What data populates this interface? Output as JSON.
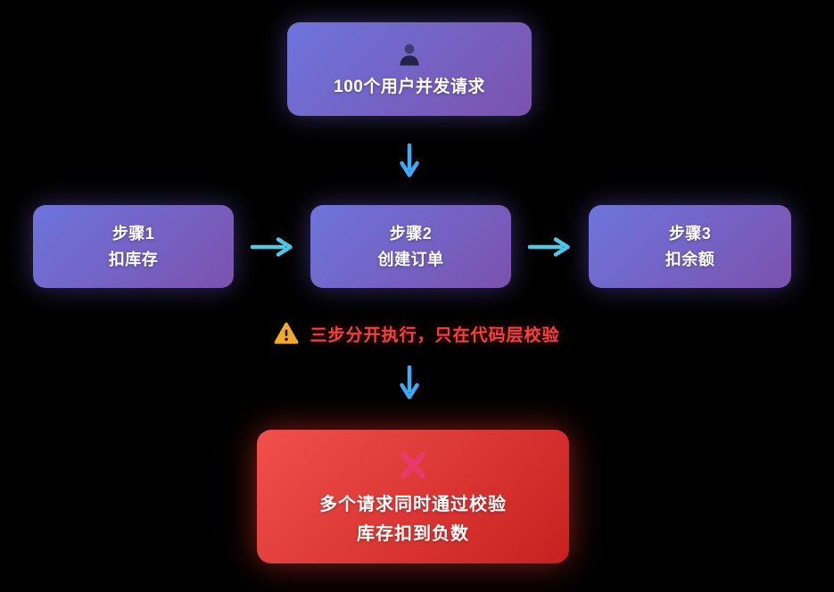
{
  "colors": {
    "background": "#000000",
    "box_gradient_start": "#6d74dc",
    "box_gradient_end": "#7c52ae",
    "red_gradient_start": "#f1504b",
    "red_gradient_end": "#c72020",
    "arrow_horizontal": "#4ec9e8",
    "arrow_vertical": "#3fa9f5",
    "warning_text": "#f5413d",
    "warning_triangle": "#f3a92c",
    "fail_x": "#e93a6c",
    "text_light": "#ffffff"
  },
  "top_box": {
    "label": "100个用户并发请求",
    "icon": "user-icon"
  },
  "steps": [
    {
      "title": "步骤1",
      "subtitle": "扣库存"
    },
    {
      "title": "步骤2",
      "subtitle": "创建订单"
    },
    {
      "title": "步骤3",
      "subtitle": "扣余额"
    }
  ],
  "warning": {
    "icon": "warning-icon",
    "text": "三步分开执行，只在代码层校验"
  },
  "result_box": {
    "icon": "fail-x-icon",
    "line1": "多个请求同时通过校验",
    "line2": "库存扣到负数"
  }
}
